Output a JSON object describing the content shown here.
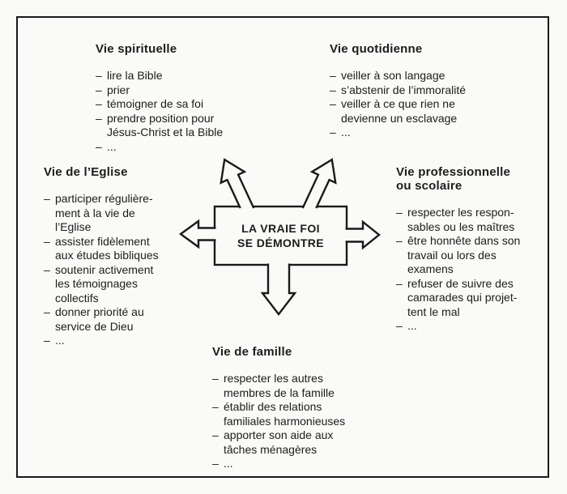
{
  "colors": {
    "ink": "#1c1c1c",
    "paper": "#fafaf8",
    "line": "#1a1a1a"
  },
  "list_marker": "–",
  "center": {
    "line1": "LA VRAIE FOI",
    "line2": "SE DÉMONTRE"
  },
  "sections": [
    {
      "title": "Vie spirituelle",
      "items": [
        [
          "lire la Bible"
        ],
        [
          "prier"
        ],
        [
          "témoigner de sa foi"
        ],
        [
          "prendre position pour",
          "Jésus-Christ et la Bible"
        ],
        [
          "..."
        ]
      ]
    },
    {
      "title": "Vie quotidienne",
      "items": [
        [
          "veiller à son langage"
        ],
        [
          "s’abstenir de l’immoralité"
        ],
        [
          "veiller à ce que rien ne",
          "devienne un esclavage"
        ],
        [
          "..."
        ]
      ]
    },
    {
      "title": "Vie de l’Eglise",
      "items": [
        [
          "participer régulière-",
          "ment à la vie de",
          "l’Eglise"
        ],
        [
          "assister fidèlement",
          "aux études bibliques"
        ],
        [
          "soutenir activement",
          "les témoignages",
          "collectifs"
        ],
        [
          "donner priorité au",
          "service de Dieu"
        ],
        [
          "..."
        ]
      ]
    },
    {
      "title": "Vie professionnelle\nou scolaire",
      "items": [
        [
          "respecter les respon-",
          "sables ou les maîtres"
        ],
        [
          "être honnête dans son",
          "travail ou lors des",
          "examens"
        ],
        [
          "refuser de suivre des",
          "camarades qui projet-",
          "tent le mal"
        ],
        [
          "..."
        ]
      ]
    },
    {
      "title": "Vie de famille",
      "items": [
        [
          "respecter les autres",
          "membres de la famille"
        ],
        [
          "établir des relations",
          "familiales harmonieuses"
        ],
        [
          "apporter son aide aux",
          "tâches ménagères"
        ],
        [
          "..."
        ]
      ]
    }
  ]
}
